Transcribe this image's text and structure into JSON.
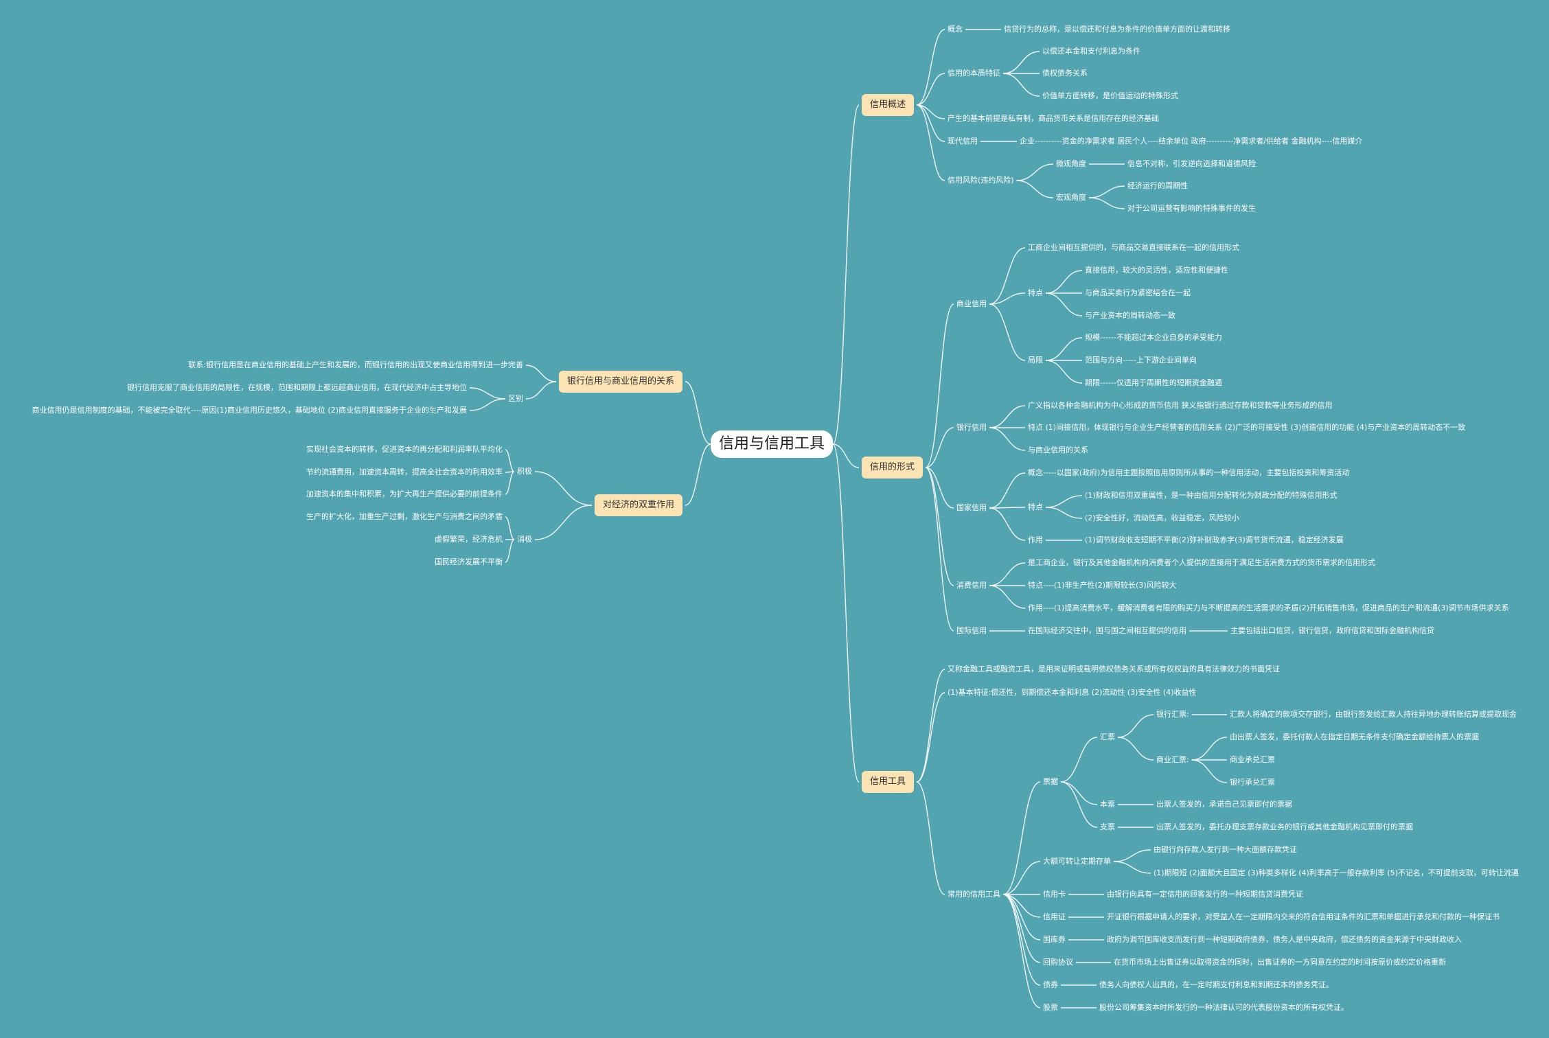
{
  "colors": {
    "background": "#52a4b1",
    "topic_fill": "#fbe3b4",
    "line": "#ffffff"
  },
  "root": {
    "label": "信用与信用工具"
  },
  "tree": [
    {
      "id": "overview",
      "label": "信用概述",
      "side": "right",
      "main": true,
      "children": [
        {
          "id": "ov1",
          "label": "概念",
          "children": [
            {
              "id": "ov1a",
              "label": "信贷行为的总称，是以偿还和付息为条件的价值单方面的让渡和转移"
            }
          ]
        },
        {
          "id": "ov2",
          "label": "信用的本质特征",
          "children": [
            {
              "id": "ov2a",
              "label": "以偿还本金和支付利息为条件"
            },
            {
              "id": "ov2b",
              "label": "债权债务关系"
            },
            {
              "id": "ov2c",
              "label": "价值单方面转移，是价值运动的特殊形式"
            }
          ]
        },
        {
          "id": "ov3",
          "label": "产生的基本前提是私有制，商品货币关系是信用存在的经济基础"
        },
        {
          "id": "ov4",
          "label": "现代信用",
          "children": [
            {
              "id": "ov4a",
              "label": "企业----------资金的净需求者 居民个人----结余单位 政府----------净需求者/供给者 金融机构----信用媒介"
            }
          ]
        },
        {
          "id": "ov5",
          "label": "信用风险(违约风险)",
          "children": [
            {
              "id": "ov5a",
              "label": "微观角度",
              "children": [
                {
                  "id": "ov5a1",
                  "label": "信息不对称，引发逆向选择和道德风险"
                }
              ]
            },
            {
              "id": "ov5b",
              "label": "宏观角度",
              "children": [
                {
                  "id": "ov5b1",
                  "label": "经济运行的周期性"
                },
                {
                  "id": "ov5b2",
                  "label": "对于公司运营有影响的特殊事件的发生"
                }
              ]
            }
          ]
        }
      ]
    },
    {
      "id": "forms",
      "label": "信用的形式",
      "side": "right",
      "main": true,
      "children": [
        {
          "id": "f1",
          "label": "商业信用",
          "children": [
            {
              "id": "f1a",
              "label": "工商企业间相互提供的，与商品交易直接联系在一起的信用形式"
            },
            {
              "id": "f1b",
              "label": "特点",
              "children": [
                {
                  "id": "f1b1",
                  "label": "直接信用，较大的灵活性，适应性和便捷性"
                },
                {
                  "id": "f1b2",
                  "label": "与商品买卖行为紧密结合在一起"
                },
                {
                  "id": "f1b3",
                  "label": "与产业资本的周转动态一致"
                }
              ]
            },
            {
              "id": "f1c",
              "label": "局限",
              "children": [
                {
                  "id": "f1c1",
                  "label": "规模------不能超过本企业自身的承受能力"
                },
                {
                  "id": "f1c2",
                  "label": "范围与方向-----上下游企业间单向"
                },
                {
                  "id": "f1c3",
                  "label": "期限------仅适用于周期性的短期资金融通"
                }
              ]
            }
          ]
        },
        {
          "id": "f2",
          "label": "银行信用",
          "children": [
            {
              "id": "f2a",
              "label": "广义指以各种金融机构为中心形成的货币信用 狭义指银行通过存款和贷款等业务形成的信用"
            },
            {
              "id": "f2b",
              "label": "特点 (1)间接信用，体现银行与企业生产经营者的信用关系 (2)广泛的可接受性 (3)创造信用的功能 (4)与产业资本的周转动态不一致"
            },
            {
              "id": "f2c",
              "label": "与商业信用的关系"
            }
          ]
        },
        {
          "id": "f3",
          "label": "国家信用",
          "children": [
            {
              "id": "f3a",
              "label": "概念-----以国家(政府)为信用主题按照信用原则所从事的一种信用活动，主要包括投资和筹资活动"
            },
            {
              "id": "f3b",
              "label": "特点",
              "children": [
                {
                  "id": "f3b1",
                  "label": "(1)财政和信用双重属性，是一种由信用分配转化为财政分配的特殊信用形式"
                },
                {
                  "id": "f3b2",
                  "label": "(2)安全性好，流动性高，收益稳定，风险较小"
                }
              ]
            },
            {
              "id": "f3c",
              "label": "作用",
              "children": [
                {
                  "id": "f3c1",
                  "label": "(1)调节财政收支短期不平衡(2)弥补财政赤字(3)调节货币流通，稳定经济发展"
                }
              ]
            }
          ]
        },
        {
          "id": "f4",
          "label": "消费信用",
          "children": [
            {
              "id": "f4a",
              "label": "是工商企业，银行及其他金融机构向消费者个人提供的直接用于满足生活消费方式的货币需求的信用形式"
            },
            {
              "id": "f4b",
              "label": "特点----(1)非生产性(2)期限较长(3)风险较大"
            },
            {
              "id": "f4c",
              "label": "作用----(1)提高消费水平，缓解消费者有限的购买力与不断提高的生活需求的矛盾(2)开拓销售市场，促进商品的生产和流通(3)调节市场供求关系"
            }
          ]
        },
        {
          "id": "f5",
          "label": "国际信用",
          "children": [
            {
              "id": "f5a",
              "label": "在国际经济交往中，国与国之间相互提供的信用",
              "children": [
                {
                  "id": "f5a1",
                  "label": "主要包括出口信贷，银行信贷，政府信贷和国际金融机构信贷"
                }
              ]
            }
          ]
        }
      ]
    },
    {
      "id": "tools",
      "label": "信用工具",
      "side": "right",
      "main": true,
      "children": [
        {
          "id": "t1",
          "label": "又称金融工具或融资工具，是用来证明或载明债权债务关系或所有权权益的具有法律效力的书面凭证"
        },
        {
          "id": "t2",
          "label": "(1)基本特征:偿还性，到期偿还本金和利息 (2)流动性 (3)安全性 (4)收益性"
        },
        {
          "id": "t3",
          "label": "常用的信用工具",
          "children": [
            {
              "id": "t3a",
              "label": "票据",
              "children": [
                {
                  "id": "t3a1",
                  "label": "汇票",
                  "children": [
                    {
                      "id": "t3a1a",
                      "label": "银行汇票:",
                      "children": [
                        {
                          "id": "t3a1a1",
                          "label": "汇款人将确定的款项交存银行，由银行签发给汇款人持往异地办理转账结算或提取现金"
                        }
                      ]
                    },
                    {
                      "id": "t3a1b",
                      "label": "商业汇票:",
                      "children": [
                        {
                          "id": "t3a1b1",
                          "label": "由出票人签发，委托付款人在指定日期无条件支付确定金额给持票人的票据"
                        },
                        {
                          "id": "t3a1b2",
                          "label": "商业承兑汇票"
                        },
                        {
                          "id": "t3a1b3",
                          "label": "银行承兑汇票"
                        }
                      ]
                    }
                  ]
                },
                {
                  "id": "t3a2",
                  "label": "本票",
                  "children": [
                    {
                      "id": "t3a2a",
                      "label": "出票人签发的，承诺自己见票即付的票据"
                    }
                  ]
                },
                {
                  "id": "t3a3",
                  "label": "支票",
                  "children": [
                    {
                      "id": "t3a3a",
                      "label": "出票人签发的，委托办理支票存款业务的银行或其他金融机构见票即付的票据"
                    }
                  ]
                }
              ]
            },
            {
              "id": "t3b",
              "label": "大额可转让定期存单",
              "children": [
                {
                  "id": "t3b1",
                  "label": "由银行向存款人发行到一种大面额存款凭证"
                },
                {
                  "id": "t3b2",
                  "label": "(1)期限短 (2)面额大且固定 (3)种类多样化 (4)利率高于一般存款利率 (5)不记名，不可提前支取，可转让流通"
                }
              ]
            },
            {
              "id": "t3c",
              "label": "信用卡",
              "children": [
                {
                  "id": "t3c1",
                  "label": "由银行向具有一定信用的顾客发行的一种短期信贷消费凭证"
                }
              ]
            },
            {
              "id": "t3d",
              "label": "信用证",
              "children": [
                {
                  "id": "t3d1",
                  "label": "开证银行根据申请人的要求，对受益人在一定期限内交来的符合信用证条件的汇票和单据进行承兑和付款的一种保证书"
                }
              ]
            },
            {
              "id": "t3e",
              "label": "国库券",
              "children": [
                {
                  "id": "t3e1",
                  "label": "政府为调节国库收支而发行到一种短期政府债券，债务人是中央政府，偿还债务的资金来源于中央财政收入"
                }
              ]
            },
            {
              "id": "t3f",
              "label": "回购协议",
              "children": [
                {
                  "id": "t3f1",
                  "label": "在货币市场上出售证券以取得资金的同时，出售证券的一方同意在约定的时间按原价或约定价格重新"
                }
              ]
            },
            {
              "id": "t3g",
              "label": "债券",
              "children": [
                {
                  "id": "t3g1",
                  "label": "债务人向债权人出具的，在一定时期支付利息和到期还本的债务凭证。"
                }
              ]
            },
            {
              "id": "t3h",
              "label": "股票",
              "children": [
                {
                  "id": "t3h1",
                  "label": "股份公司筹集资本时所发行的一种法律认可的代表股份资本的所有权凭证。"
                }
              ]
            }
          ]
        }
      ]
    },
    {
      "id": "relation",
      "label": "银行信用与商业信用的关系",
      "side": "left",
      "main": true,
      "children": [
        {
          "id": "r1",
          "label": "联系:银行信用是在商业信用的基础上产生和发展的，而银行信用的出现又使商业信用得到进一步完善"
        },
        {
          "id": "r2",
          "label": "区别",
          "children": [
            {
              "id": "r2a",
              "label": "银行信用克服了商业信用的局限性，在规模，范围和期限上都远超商业信用，在现代经济中占主导地位"
            },
            {
              "id": "r2b",
              "label": "商业信用仍是信用制度的基础，不能被完全取代----原因(1)商业信用历史悠久，基础地位 (2)商业信用直接服务于企业的生产和发展"
            }
          ]
        }
      ]
    },
    {
      "id": "dual",
      "label": "对经济的双重作用",
      "side": "left",
      "main": true,
      "children": [
        {
          "id": "d1",
          "label": "积极",
          "children": [
            {
              "id": "d1a",
              "label": "实现社会资本的转移，促进资本的再分配和利润率队平均化"
            },
            {
              "id": "d1b",
              "label": "节约流通费用，加速资本周转，提高全社会资本的利用效率"
            },
            {
              "id": "d1c",
              "label": "加速资本的集中和积累，为扩大再生产提供必要的前提条件"
            }
          ]
        },
        {
          "id": "d2",
          "label": "消极",
          "children": [
            {
              "id": "d2a",
              "label": "生产的扩大化，加重生产过剩，激化生产与消费之间的矛盾"
            },
            {
              "id": "d2b",
              "label": "虚假繁荣，经济危机"
            },
            {
              "id": "d2c",
              "label": "国民经济发展不平衡"
            }
          ]
        }
      ]
    }
  ]
}
